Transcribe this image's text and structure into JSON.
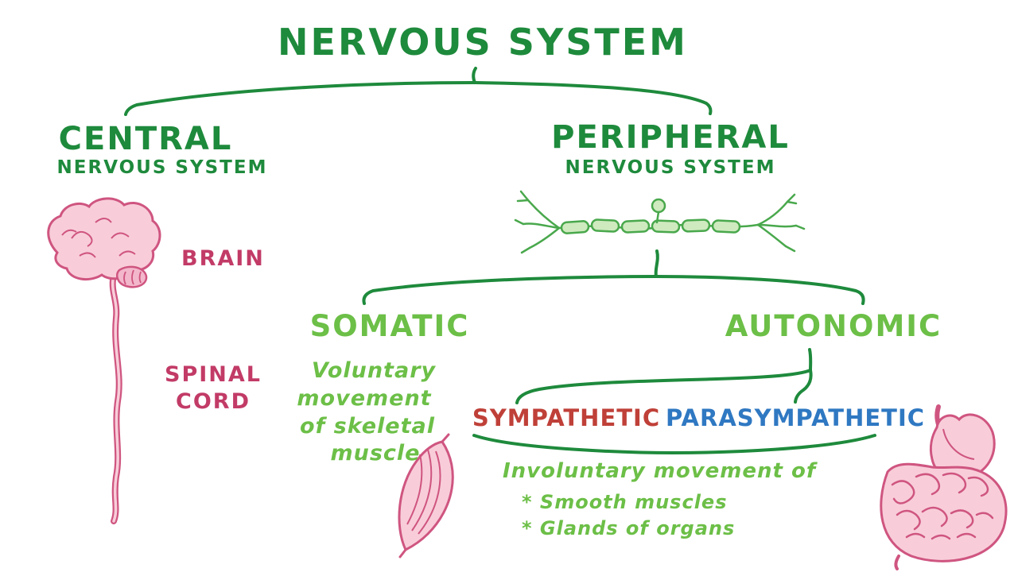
{
  "palette": {
    "dark_green": "#1e8a3c",
    "light_green": "#6cbf47",
    "pink": "#c23b67",
    "red": "#bf4038",
    "blue": "#2f78c2",
    "illustration_pink_stroke": "#cf5580",
    "illustration_pink_fill": "#f8cdd9",
    "illustration_green_stroke": "#49a84c",
    "background": "#ffffff"
  },
  "title": "NERVOUS SYSTEM",
  "central": {
    "label": "CENTRAL",
    "sublabel": "NERVOUS SYSTEM",
    "parts": {
      "brain": "BRAIN",
      "spinal_line1": "SPINAL",
      "spinal_line2": "CORD"
    },
    "icon": "brain-spinal-cord-icon"
  },
  "peripheral": {
    "label": "PERIPHERAL",
    "sublabel": "NERVOUS SYSTEM",
    "icon": "neuron-icon"
  },
  "somatic": {
    "label": "SOMATIC",
    "description_lines": [
      "Voluntary",
      "movement",
      "of skeletal",
      "muscle"
    ],
    "icon": "muscle-icon"
  },
  "autonomic": {
    "label": "AUTONOMIC",
    "branches": {
      "sympathetic": "SYMPATHETIC",
      "parasympathetic": "PARASYMPATHETIC"
    },
    "description": "Involuntary movement of",
    "bullets": [
      "* Smooth muscles",
      "* Glands of organs"
    ],
    "icon": "digestive-organs-icon"
  }
}
